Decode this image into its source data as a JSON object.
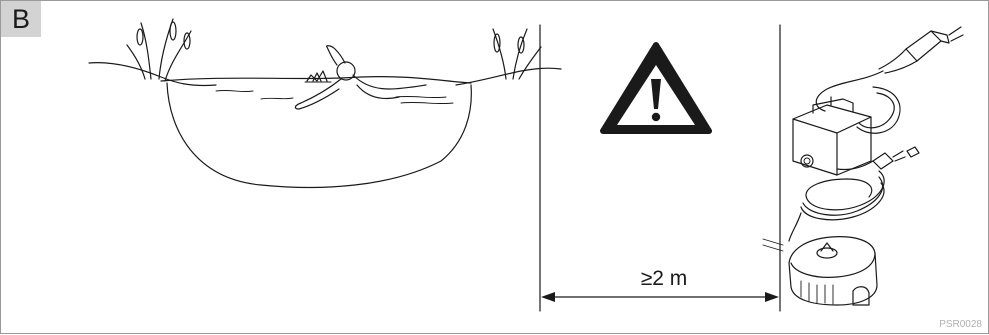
{
  "figure": {
    "panel_label": "B",
    "distance_label": "≥2 m",
    "doc_code": "PSR0028"
  },
  "icons": {
    "warning": "warning-triangle-icon",
    "transformer": "transformer-icon",
    "pump": "pump-icon",
    "plug": "mains-plug-icon"
  }
}
